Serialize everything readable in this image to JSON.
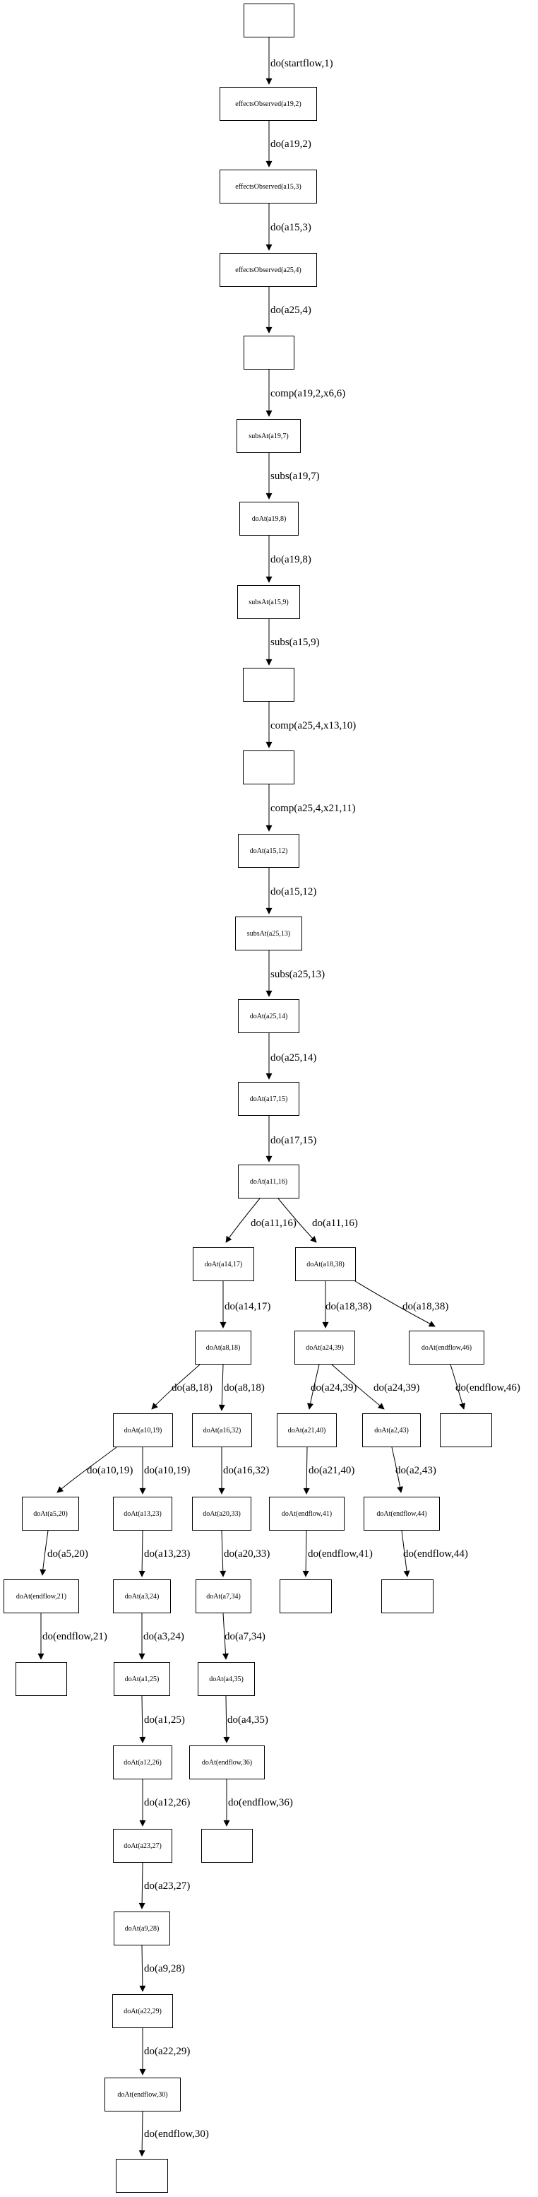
{
  "diagram": {
    "background_color": "#ffffff",
    "stroke_color": "#000000",
    "nodes": [
      {
        "label": ""
      },
      {
        "label": "effectsObserved(a19,2)"
      },
      {
        "label": "effectsObserved(a15,3)"
      },
      {
        "label": "effectsObserved(a25,4)"
      },
      {
        "label": ""
      },
      {
        "label": "subsAt(a19,7)"
      },
      {
        "label": "doAt(a19,8)"
      },
      {
        "label": "subsAt(a15,9)"
      },
      {
        "label": ""
      },
      {
        "label": ""
      },
      {
        "label": "doAt(a15,12)"
      },
      {
        "label": "subsAt(a25,13)"
      },
      {
        "label": "doAt(a25,14)"
      },
      {
        "label": "doAt(a17,15)"
      },
      {
        "label": "doAt(a11,16)"
      },
      {
        "label": "doAt(a14,17)"
      },
      {
        "label": "doAt(a18,38)"
      },
      {
        "label": "doAt(a8,18)"
      },
      {
        "label": "doAt(a24,39)"
      },
      {
        "label": "doAt(endflow,46)"
      },
      {
        "label": "doAt(a10,19)"
      },
      {
        "label": "doAt(a16,32)"
      },
      {
        "label": "doAt(a21,40)"
      },
      {
        "label": "doAt(a2,43)"
      },
      {
        "label": ""
      },
      {
        "label": "doAt(a5,20)"
      },
      {
        "label": "doAt(a13,23)"
      },
      {
        "label": "doAt(a20,33)"
      },
      {
        "label": "doAt(endflow,41)"
      },
      {
        "label": "doAt(endflow,44)"
      },
      {
        "label": "doAt(endflow,21)"
      },
      {
        "label": "doAt(a3,24)"
      },
      {
        "label": "doAt(a7,34)"
      },
      {
        "label": ""
      },
      {
        "label": ""
      },
      {
        "label": ""
      },
      {
        "label": "doAt(a1,25)"
      },
      {
        "label": "doAt(a4,35)"
      },
      {
        "label": "doAt(a12,26)"
      },
      {
        "label": "doAt(endflow,36)"
      },
      {
        "label": "doAt(a23,27)"
      },
      {
        "label": ""
      },
      {
        "label": "doAt(a9,28)"
      },
      {
        "label": "doAt(a22,29)"
      },
      {
        "label": "doAt(endflow,30)"
      },
      {
        "label": ""
      }
    ],
    "edges": [
      {
        "label": "do(startflow,1)"
      },
      {
        "label": "do(a19,2)"
      },
      {
        "label": "do(a15,3)"
      },
      {
        "label": "do(a25,4)"
      },
      {
        "label": "comp(a19,2,x6,6)"
      },
      {
        "label": "subs(a19,7)"
      },
      {
        "label": "do(a19,8)"
      },
      {
        "label": "subs(a15,9)"
      },
      {
        "label": "comp(a25,4,x13,10)"
      },
      {
        "label": "comp(a25,4,x21,11)"
      },
      {
        "label": "do(a15,12)"
      },
      {
        "label": "subs(a25,13)"
      },
      {
        "label": "do(a25,14)"
      },
      {
        "label": "do(a17,15)"
      },
      {
        "label": "do(a11,16)"
      },
      {
        "label": "do(a11,16)"
      },
      {
        "label": "do(a14,17)"
      },
      {
        "label": "do(a18,38)"
      },
      {
        "label": "do(a18,38)"
      },
      {
        "label": "do(a8,18)"
      },
      {
        "label": "do(a8,18)"
      },
      {
        "label": "do(a24,39)"
      },
      {
        "label": "do(a24,39)"
      },
      {
        "label": "do(endflow,46)"
      },
      {
        "label": "do(a10,19)"
      },
      {
        "label": "do(a10,19)"
      },
      {
        "label": "do(a16,32)"
      },
      {
        "label": "do(a21,40)"
      },
      {
        "label": "do(a2,43)"
      },
      {
        "label": "do(a5,20)"
      },
      {
        "label": "do(a13,23)"
      },
      {
        "label": "do(a20,33)"
      },
      {
        "label": "do(endflow,41)"
      },
      {
        "label": "do(endflow,44)"
      },
      {
        "label": "do(endflow,21)"
      },
      {
        "label": "do(a3,24)"
      },
      {
        "label": "do(a7,34)"
      },
      {
        "label": "do(a1,25)"
      },
      {
        "label": "do(a4,35)"
      },
      {
        "label": "do(a12,26)"
      },
      {
        "label": "do(endflow,36)"
      },
      {
        "label": "do(a23,27)"
      },
      {
        "label": "do(a9,28)"
      },
      {
        "label": "do(a22,29)"
      },
      {
        "label": "do(endflow,30)"
      }
    ]
  }
}
